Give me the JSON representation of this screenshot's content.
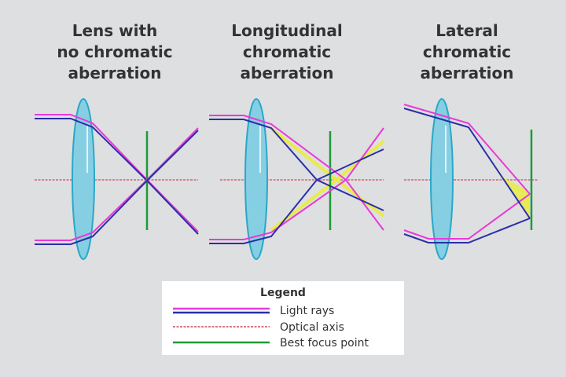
{
  "panels": [
    {
      "id": "none",
      "title_lines": [
        "Lens with",
        "no chromatic",
        "aberration"
      ]
    },
    {
      "id": "longitudinal",
      "title_lines": [
        "Longitudinal",
        "chromatic",
        "aberration"
      ]
    },
    {
      "id": "lateral",
      "title_lines": [
        "Lateral",
        "chromatic",
        "aberration"
      ]
    }
  ],
  "legend": {
    "title": "Legend",
    "items": [
      {
        "label": "Light rays",
        "symbol": "rays"
      },
      {
        "label": "Optical axis",
        "symbol": "axis"
      },
      {
        "label": "Best focus point",
        "symbol": "focus"
      }
    ]
  },
  "colors": {
    "background": "#dedfe0",
    "magenta_ray": "#e83ad6",
    "blue_ray": "#2a2fa8",
    "yellow_ray": "#e8ec4a",
    "optical_axis": "#d24a5e",
    "focus_line": "#1e9a3a",
    "lens_fill": "#86cfe3",
    "lens_stroke": "#2aa7c9",
    "title_text": "#333333"
  }
}
